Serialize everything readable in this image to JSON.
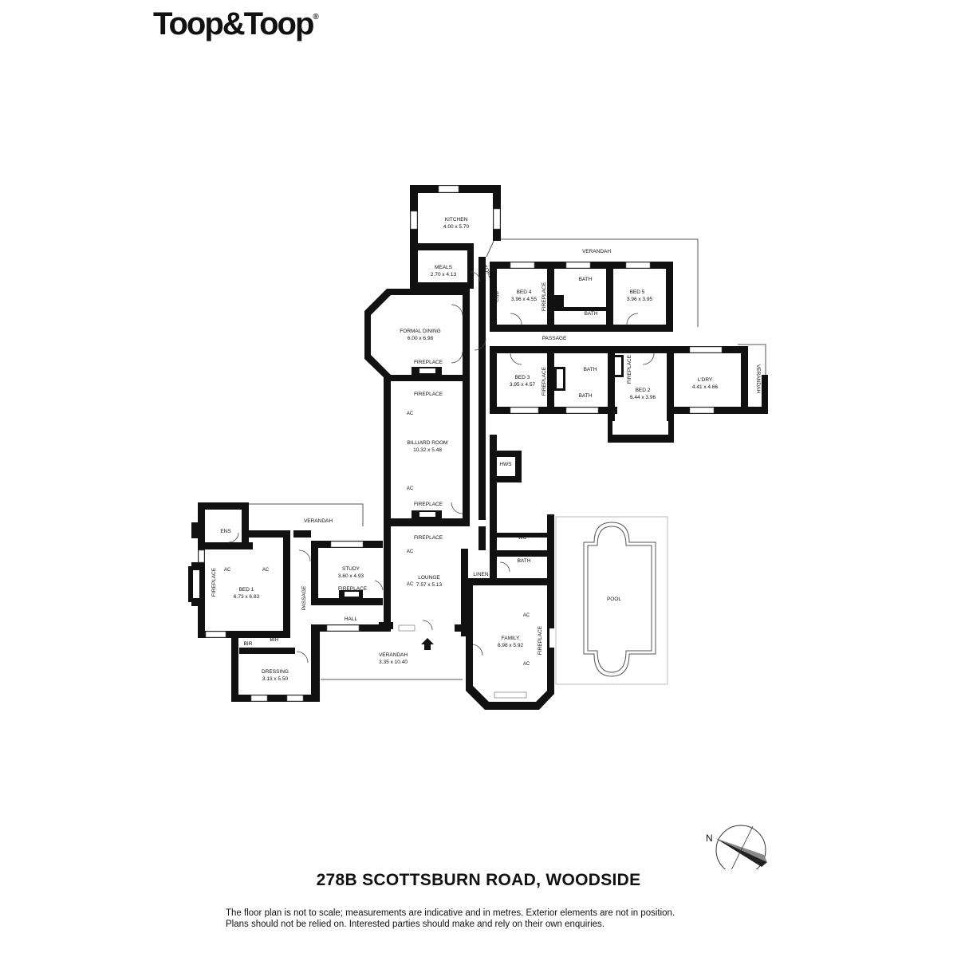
{
  "brand": {
    "logo_text": "Toop&Toop",
    "registered": "®"
  },
  "rooms": {
    "kitchen": {
      "name": "KITCHEN",
      "size": "4.00 x 5.70"
    },
    "meals": {
      "name": "MEALS",
      "size": "2.70 x 4.13"
    },
    "formal_dining": {
      "name": "FORMAL DINING",
      "size": "6.00 x 6.98"
    },
    "billiard": {
      "name": "BILLIARD ROOM",
      "size": "10.32 x 5.48"
    },
    "lounge": {
      "name": "LOUNGE",
      "size": "7.57 x 5.13"
    },
    "study": {
      "name": "STUDY",
      "size": "3.60 x 4.93"
    },
    "bed1": {
      "name": "BED 1",
      "size": "6.73 x 6.83"
    },
    "dressing": {
      "name": "DRESSING",
      "size": "3.13 x 5.50"
    },
    "front_verandah": {
      "name": "VERANDAH",
      "size": "3.35 x 10.40"
    },
    "family": {
      "name": "FAMILY",
      "size": "8.98 x 5.92"
    },
    "bed2": {
      "name": "BED 2",
      "size": "6.44 x 3.96"
    },
    "bed3": {
      "name": "BED 3",
      "size": "3.95 x 4.57"
    },
    "bed4": {
      "name": "BED 4",
      "size": "3.96 x 4.55"
    },
    "bed5": {
      "name": "BED 5",
      "size": "3.96 x 3.95"
    },
    "laundry": {
      "name": "L'DRY",
      "size": "4.41 x 4.66"
    }
  },
  "labels": {
    "verandah": "VERANDAH",
    "passage": "PASSAGE",
    "bath": "BATH",
    "fireplace": "FIREPLACE",
    "ac": "AC",
    "ens": "ENS",
    "hall": "HALL",
    "bir": "BIR",
    "linen": "LINEN",
    "wc": "WC",
    "hws": "HWS",
    "store": "STORE",
    "cub": "CUB",
    "pool": "POOL"
  },
  "compass": {
    "north": "N"
  },
  "address": "278B SCOTTSBURN ROAD, WOODSIDE",
  "disclaimer": {
    "line1": "The floor plan is not to scale; measurements are indicative and in metres. Exterior elements are not in position.",
    "line2": "Plans should not be relied on. Interested parties should make and rely on their own enquiries."
  }
}
